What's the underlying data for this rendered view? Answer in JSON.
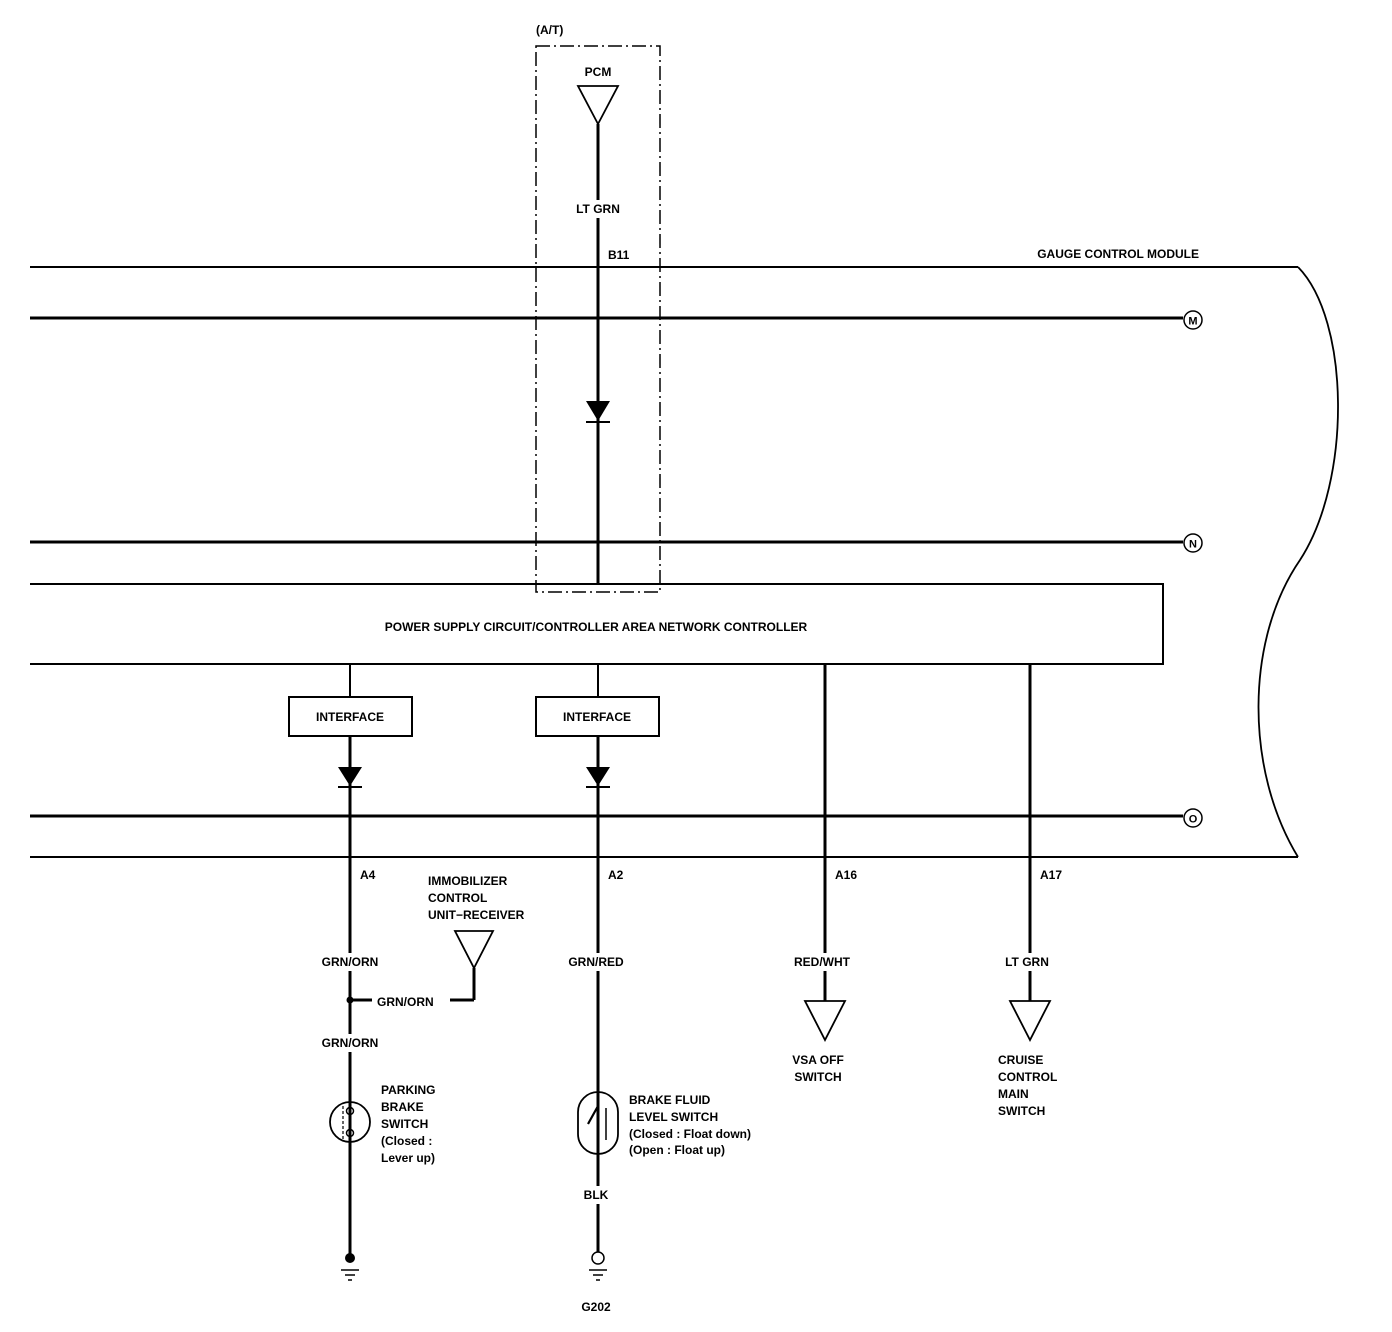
{
  "at_label": "(A/T)",
  "pcm_label": "PCM",
  "wire_pcm": "LT GRN",
  "pin_b11": "B11",
  "module_title": "GAUGE CONTROL MODULE",
  "continuation": {
    "m": "M",
    "n": "N",
    "o": "O"
  },
  "controller_label": "POWER SUPPLY CIRCUIT/CONTROLLER AREA NETWORK CONTROLLER",
  "interface_label": "INTERFACE",
  "pins": {
    "a4": "A4",
    "a2": "A2",
    "a16": "A16",
    "a17": "A17"
  },
  "wires": {
    "a4": "GRN/ORN",
    "immobilizer_branch": "GRN/ORN",
    "parking_feed": "GRN/ORN",
    "a2": "GRN/RED",
    "a16": "RED/WHT",
    "a17": "LT GRN",
    "brake_ground": "BLK"
  },
  "immobilizer": [
    "IMMOBILIZER",
    "CONTROL",
    "UNIT−RECEIVER"
  ],
  "parking_brake": [
    "PARKING",
    "BRAKE",
    "SWITCH",
    "(Closed :",
    "Lever up)"
  ],
  "brake_fluid": [
    "BRAKE FLUID",
    "LEVEL SWITCH",
    "(Closed : Float down)",
    "(Open : Float up)"
  ],
  "vsa": [
    "VSA OFF",
    "SWITCH"
  ],
  "cruise": [
    "CRUISE",
    "CONTROL",
    "MAIN",
    "SWITCH"
  ],
  "ground_g202": "G202"
}
